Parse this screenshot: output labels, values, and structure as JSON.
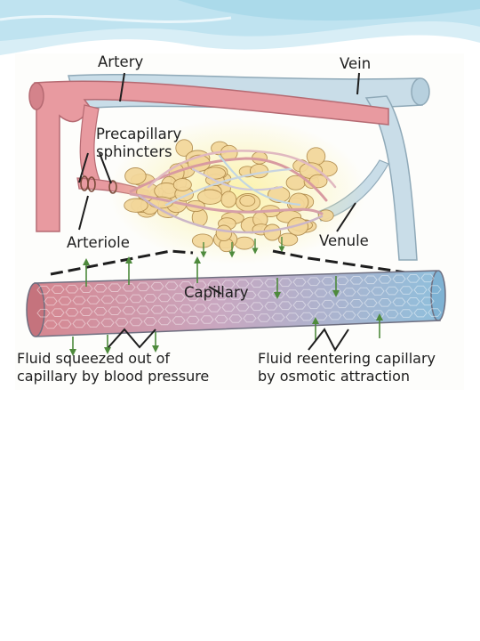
{
  "slide": {
    "header_colors": [
      "#bfe3f0",
      "#d8eef6",
      "#9fd3e6"
    ],
    "background": "#ffffff"
  },
  "figure": {
    "labels": {
      "artery": "Artery",
      "vein": "Vein",
      "precapillary_line1": "Precapillary",
      "precapillary_line2": "sphincters",
      "arteriole": "Arteriole",
      "venule": "Venule",
      "capillary": "Capillary",
      "fluid_out_line1": "Fluid squeezed out of",
      "fluid_out_line2": "capillary by blood pressure",
      "fluid_in_line1": "Fluid reentering capillary",
      "fluid_in_line2": "by osmotic attraction"
    },
    "colors": {
      "artery": "#e89aa0",
      "vein": "#c9dde8",
      "tissue_cells": "#f3d79a",
      "tissue_glow": "#fbf1a6",
      "capillary_left": "#d6868f",
      "capillary_right": "#8fbfdc",
      "arrow": "#4e8a3c"
    }
  }
}
